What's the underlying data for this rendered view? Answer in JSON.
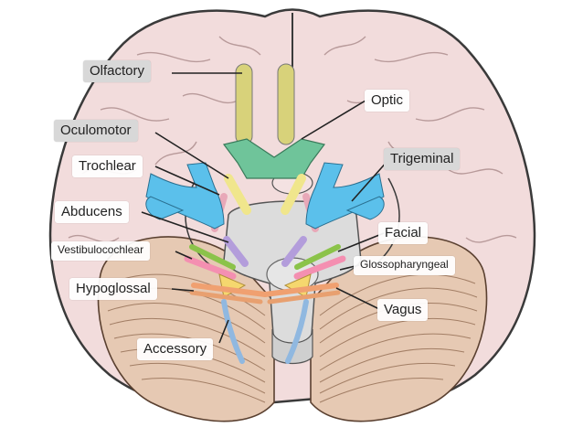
{
  "labels": {
    "olfactory": "Olfactory",
    "optic": "Optic",
    "oculomotor": "Oculomotor",
    "trochlear": "Trochlear",
    "trigeminal": "Trigeminal",
    "abducens": "Abducens",
    "facial": "Facial",
    "vestibulocochlear": "Vestibulocochlear",
    "glossopharyngeal": "Glossopharyngeal",
    "hypoglossal": "Hypoglossal",
    "vagus": "Vagus",
    "accessory": "Accessory"
  },
  "colors": {
    "cerebrum": "#f2dcdc",
    "cerebrum_outline": "#3a3a3a",
    "olfactory_nerve": "#d8d27a",
    "optic_chiasm": "#6fc49a",
    "oculomotor_nerve": "#f0e68c",
    "trochlear_nerve": "#e8a8b8",
    "trigeminal_nerve": "#5bc0eb",
    "abducens_nerve": "#b39ddb",
    "facial_nerve": "#8bc34a",
    "vestibulocochlear_nerve": "#f48fb1",
    "glossopharyngeal_nerve": "#f5d76e",
    "vagus_nerve": "#f0a070",
    "accessory_nerve": "#90b8e0",
    "hypoglossal_nerve": "#e8a070",
    "brainstem": "#dcdcdc",
    "cerebellum": "#e6c9b3"
  }
}
